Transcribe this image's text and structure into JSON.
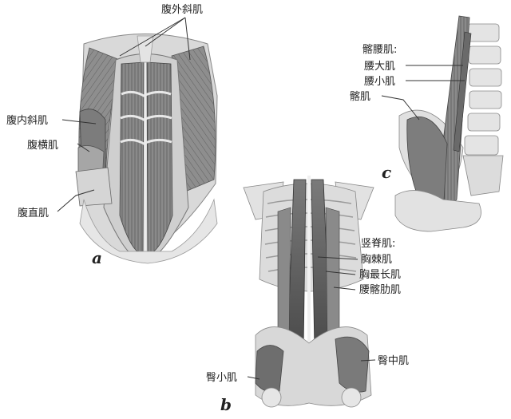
{
  "panels": {
    "a": {
      "letter": "a",
      "labels": {
        "external_oblique": "腹外斜肌",
        "internal_oblique": "腹内斜肌",
        "transversus": "腹横肌",
        "rectus": "腹直肌"
      }
    },
    "b": {
      "letter": "b",
      "labels": {
        "erector_header": "竖脊肌:",
        "spinalis": "胸棘肌",
        "longissimus": "胸最长肌",
        "iliocostalis": "腰髂肋肌",
        "gluteus_medius": "臀中肌",
        "gluteus_minimus": "臀小肌"
      }
    },
    "c": {
      "letter": "c",
      "labels": {
        "iliopsoas_header": "髂腰肌:",
        "psoas_major": "腰大肌",
        "psoas_minor": "腰小肌",
        "iliacus": "髂肌"
      }
    }
  }
}
